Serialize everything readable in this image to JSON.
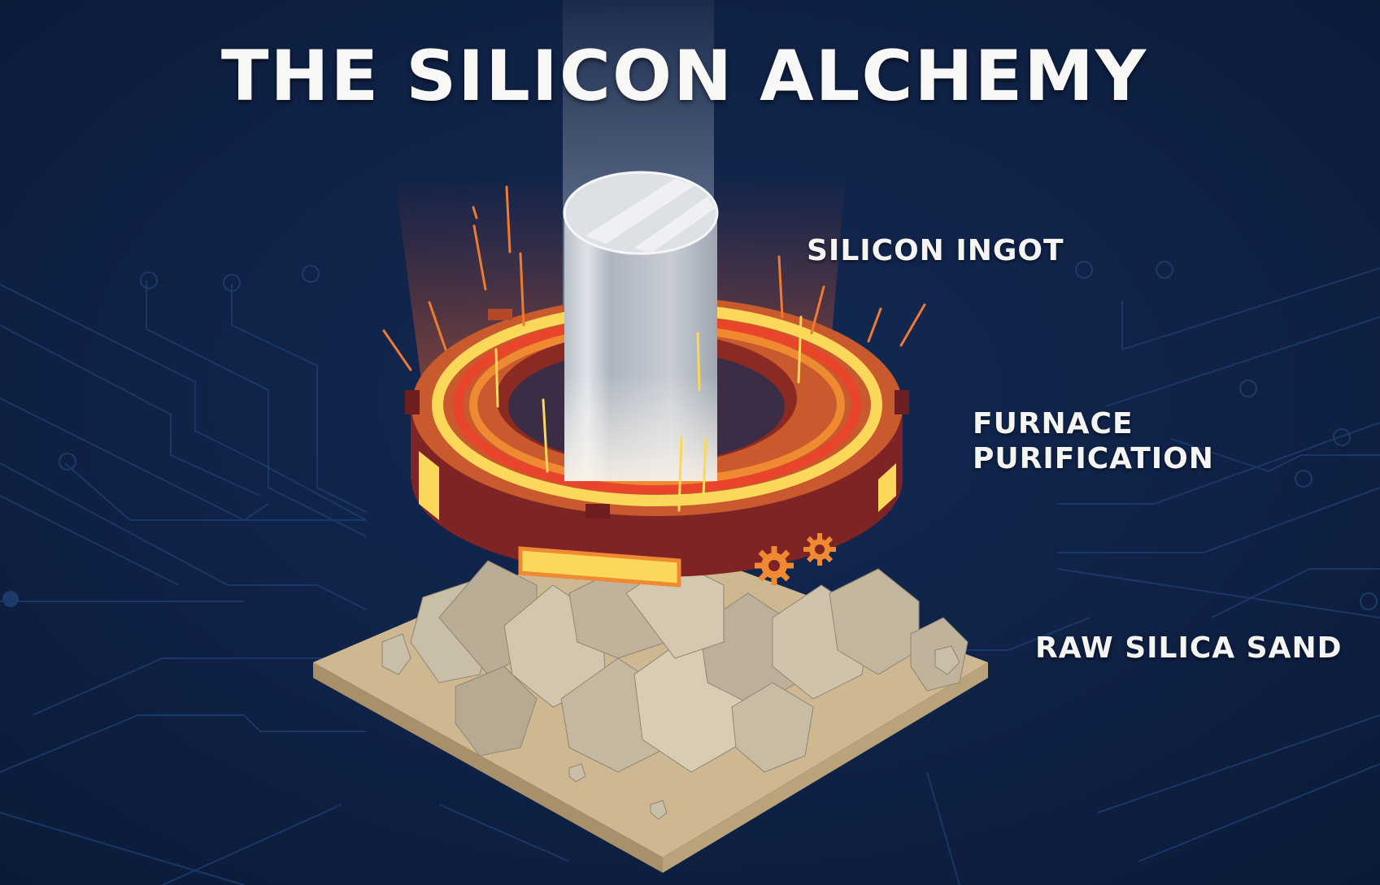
{
  "title": "THE SILICON ALCHEMY",
  "labels": {
    "ingot": "SILICON INGOT",
    "furnace_line1": "FURNACE",
    "furnace_line2": "PURIFICATION",
    "sand": "RAW SILICA SAND"
  },
  "stages": [
    {
      "order": 1,
      "name": "Raw Silica Sand",
      "visual": "isometric sand tile with low-poly quartz rocks"
    },
    {
      "order": 2,
      "name": "Furnace Purification",
      "visual": "glowing orange ring furnace with gear icons"
    },
    {
      "order": 3,
      "name": "Silicon Ingot",
      "visual": "silver cylinder rising in a light beam"
    }
  ],
  "icons": [
    "gear-icon",
    "gear-icon"
  ],
  "colors": {
    "background": "#0f2246",
    "circuit_lines": "#1b3a66",
    "furnace_dark": "#7f2424",
    "furnace_mid": "#c85a2e",
    "furnace_orange": "#f08a32",
    "furnace_yellow": "#fcd85a",
    "furnace_red": "#e8452a",
    "ingot": "#c9ced6",
    "sand": "#cdb891",
    "rock": "#bfb39c",
    "text": "#f4f4f2"
  }
}
